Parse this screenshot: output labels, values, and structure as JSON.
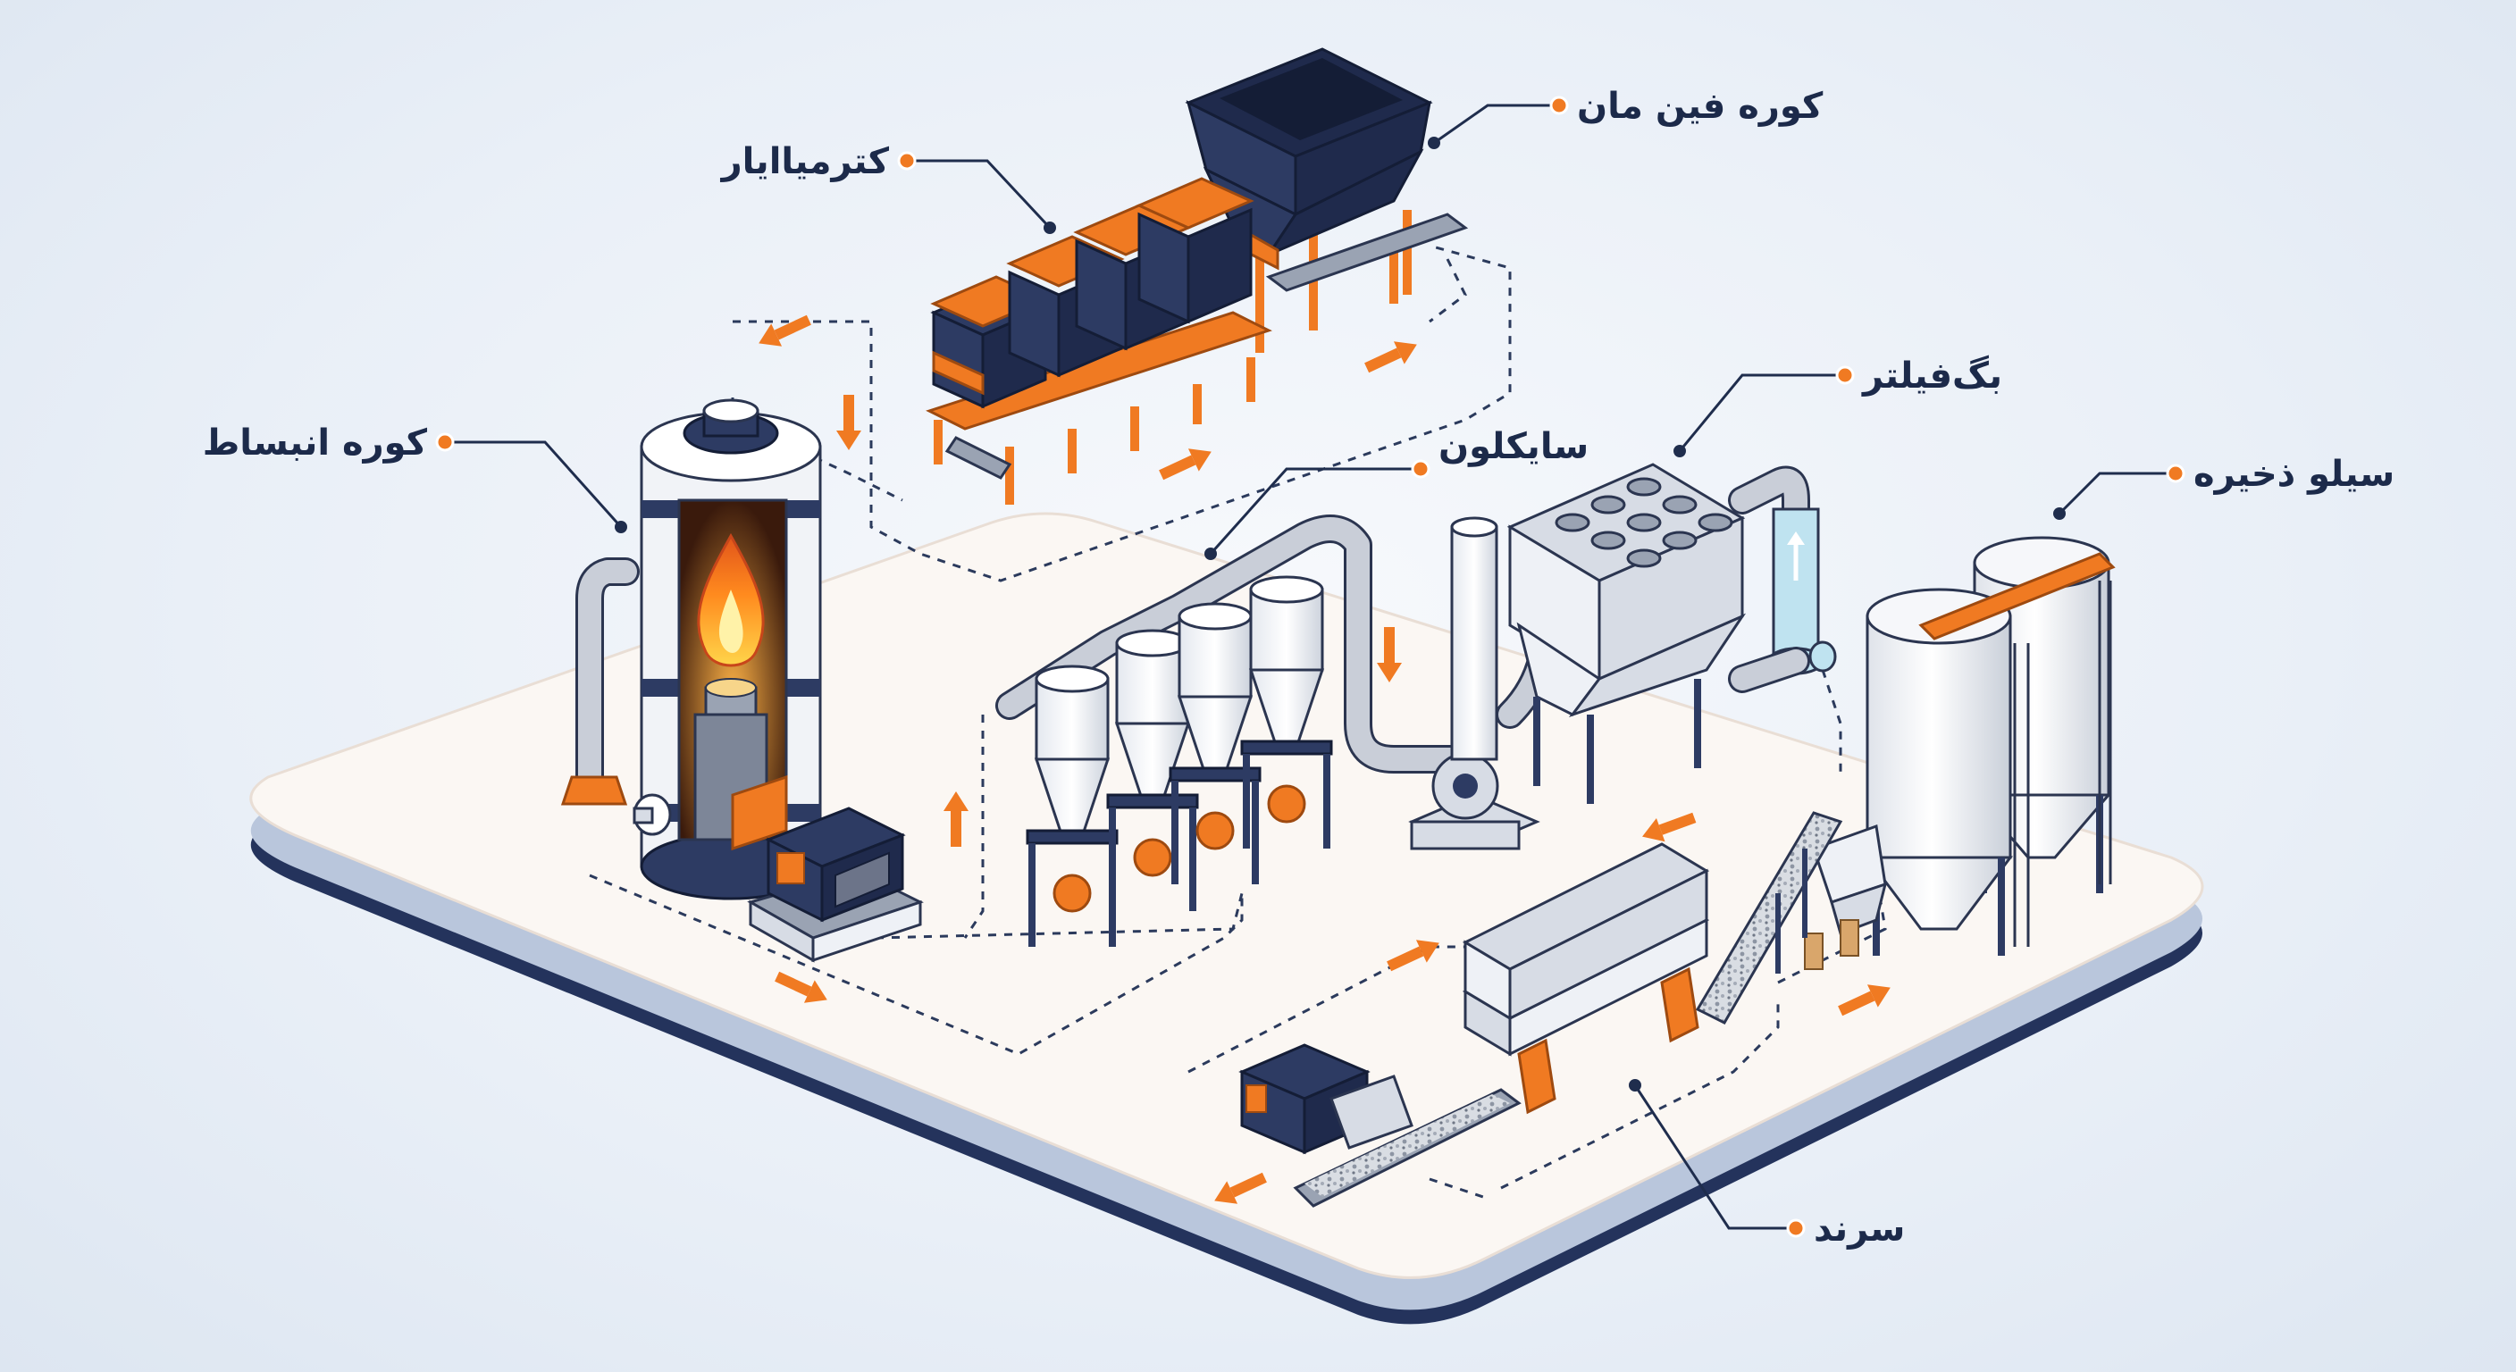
{
  "labels": {
    "raw_furnace": "کوره فین مان",
    "dryer": "کترمیاایار",
    "expansion_furnace": "کوره انبساط",
    "cyclone": "سایکلون",
    "bag_filter": "بگ‌فیلتر",
    "storage_silo": "سیلو ذخیره",
    "screen": "سرند"
  },
  "colors": {
    "accent": "#f07a22",
    "navy": "#2d3b63",
    "steel": "#d7dce5",
    "platform": "#fbf7f3",
    "platform_edge": "#24335c"
  },
  "icons": {
    "flow_arrow": "arrow-icon",
    "flame": "flame-icon"
  }
}
